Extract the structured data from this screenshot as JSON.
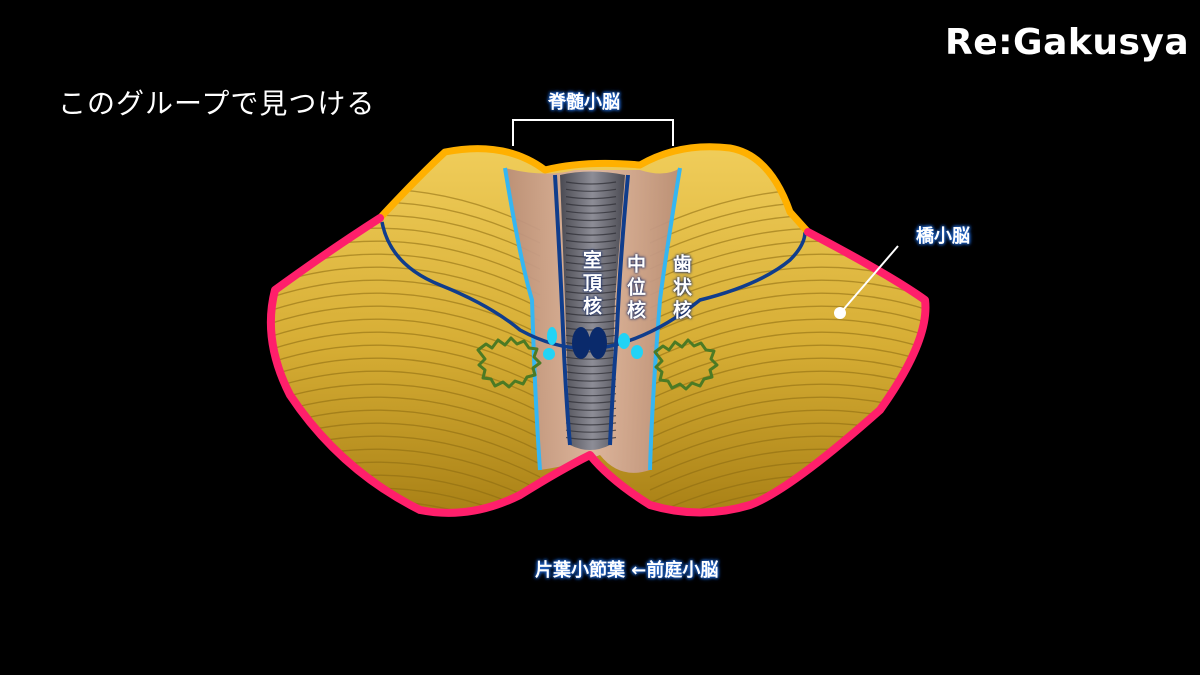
{
  "brand": "Re:Gakusya",
  "heading": "このグループで見つける",
  "labels": {
    "spinocerebellum": "脊髄小脳",
    "pontocerebellum": "橋小脳",
    "vestibulocerebellum": "片葉小節葉 ←前庭小脳",
    "fastigial": "室頂核",
    "interposed": "中位核",
    "dentate": "歯状核"
  },
  "colors": {
    "background": "#000000",
    "cerebellum_fill": "#d9b23a",
    "vermis_fill": "#c9a08f",
    "pontocerebellum_outline": "#ff1f6b",
    "spinocerebellum_outline": "#ffb000",
    "nuclei_border": "#2e7fe0",
    "fastigial_nucleus": "#0a2a6b",
    "interposed_nucleus": "#22d3f5",
    "dentate_nucleus": "#4c7a24"
  }
}
